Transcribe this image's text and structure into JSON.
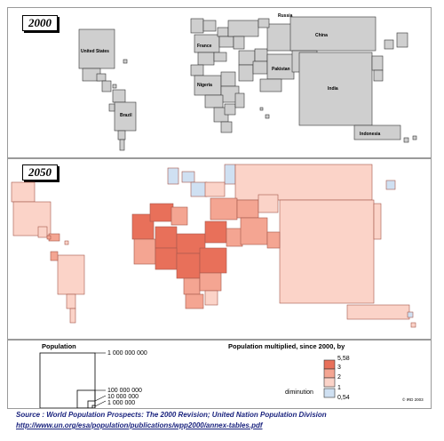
{
  "panel_2000": {
    "year": "2000",
    "labels": {
      "russia": "Russia",
      "china": "China",
      "united_states": "United States",
      "france": "France",
      "pakistan": "Pakistan",
      "nigeria": "Nigeria",
      "india": "India",
      "brazil": "Brazil",
      "indonesia": "Indonesia"
    }
  },
  "panel_2050": {
    "year": "2050"
  },
  "legend": {
    "population_title": "Population",
    "scale": [
      "1 000 000 000",
      "100 000 000",
      "10 000 000",
      "1 000 000"
    ],
    "multiplier_title": "Population multiplied, since 2000, by",
    "classes": [
      "5,58",
      "3",
      "2",
      "1",
      "0,54"
    ],
    "diminution_label": "diminution",
    "copyright": "© IRD 2003",
    "colors": {
      "grey": "#cfcfcf",
      "class_high": "#e8705a",
      "class_mid": "#f4a592",
      "class_low": "#fbd3c8",
      "class_decline": "#cfe0f2"
    }
  },
  "source": {
    "text": "Source : World Population Prospects: The 2000 Revision; United Nation Population Division",
    "url": "http://www.un.org/esa/population/publications/wpp2000/annex-tables.pdf"
  }
}
